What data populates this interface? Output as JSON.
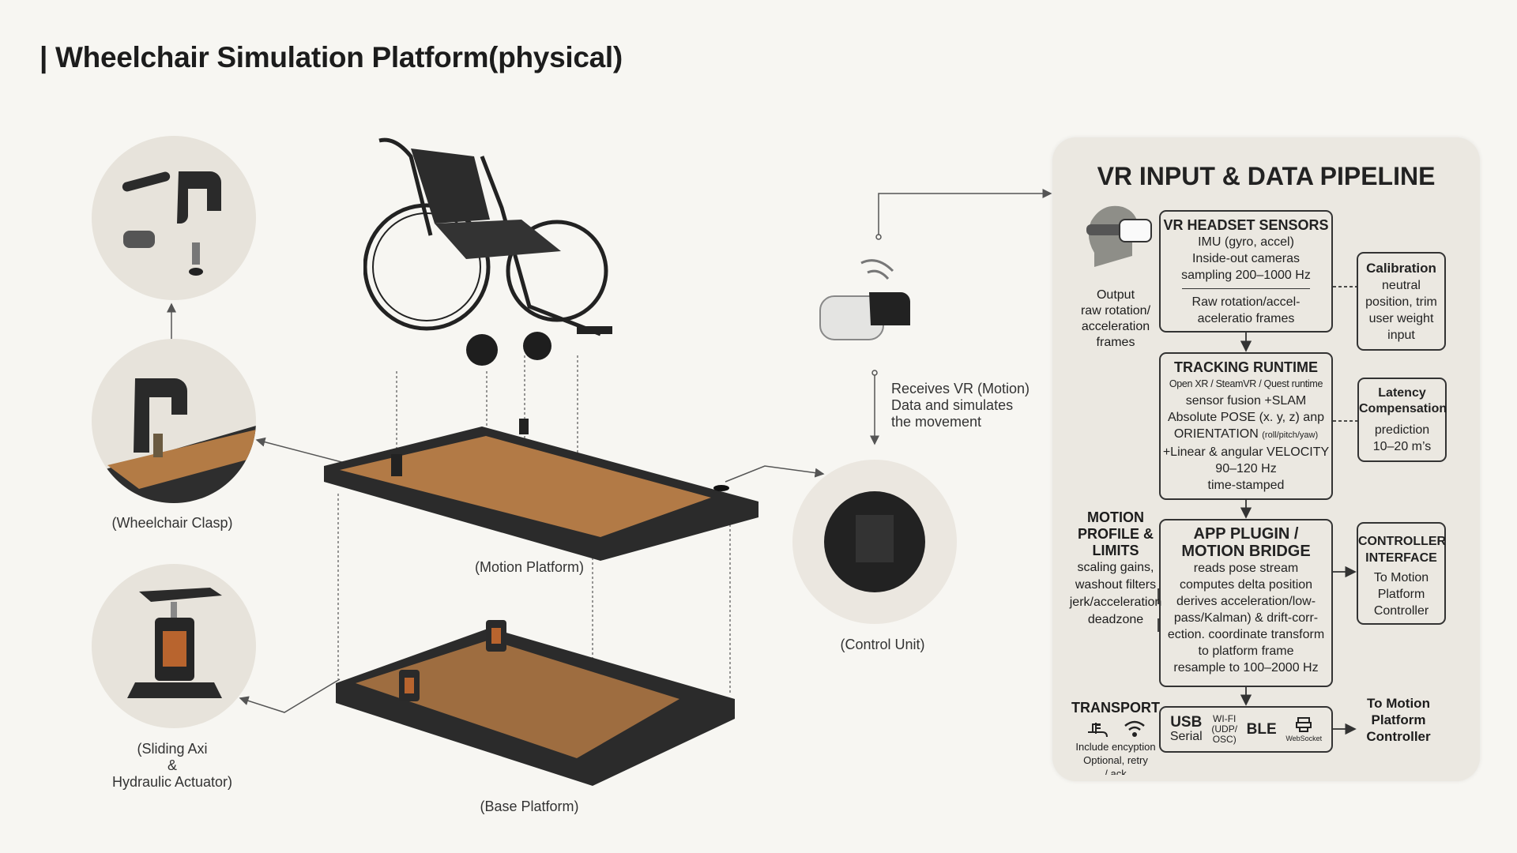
{
  "title": "| Wheelchair Simulation Platform(physical)",
  "labels": {
    "clasp": "(Wheelchair Clasp)",
    "actuator_line1": "(Sliding Axi",
    "actuator_line2": "&",
    "actuator_line3": "Hydraulic Actuator)",
    "motion_platform": "(Motion Platform)",
    "base_platform": "(Base Platform)",
    "control_unit": "(Control Unit)",
    "receives": [
      "Receives VR (Motion)",
      "Data and simulates",
      "the movement"
    ]
  },
  "pipeline": {
    "title": "VR INPUT & DATA PIPELINE",
    "output_note": [
      "Output",
      "raw rotation/",
      "acceleration",
      "frames"
    ],
    "headset_sensors": {
      "heading": "VR HEADSET SENSORS",
      "lines": [
        "IMU (gyro, accel)",
        "Inside-out cameras",
        "sampling 200–1000 Hz"
      ],
      "footer": [
        "Raw rotation/accel-",
        "aceleratio frames"
      ]
    },
    "calibration": {
      "heading": "Calibration",
      "lines": [
        "neutral",
        "position, trim",
        "user weight",
        "input"
      ]
    },
    "tracking_runtime": {
      "heading": "TRACKING RUNTIME",
      "runtimes": "Open XR / SteamVR / Quest runtime",
      "lines": [
        "sensor fusion +SLAM",
        "Absolute POSE (x. y, z) anp"
      ],
      "orientation": "ORIENTATION",
      "orientation_small": "(roll/pitch/yaw)",
      "lines2": [
        "+Linear & angular VELOCITY",
        "90–120 Hz",
        "time-stamped"
      ]
    },
    "latency": {
      "heading": [
        "Latency",
        "Compensation"
      ],
      "lines": [
        "prediction",
        "10–20 m’s"
      ]
    },
    "motion_profile": {
      "heading": [
        "MOTION",
        "PROFILE &",
        "LIMITS"
      ],
      "lines": [
        "scaling gains,",
        "washout filters",
        "jerk/acceleration",
        "deadzone"
      ]
    },
    "app_plugin": {
      "heading": [
        "APP PLUGIN /",
        "MOTION BRIDGE"
      ],
      "lines": [
        "reads pose stream",
        "computes delta position",
        "derives acceleration/low-",
        "pass/Kalman) & drift-corr-",
        "ection. coordinate transform",
        "to platform frame",
        "resample to 100–2000 Hz"
      ]
    },
    "controller_interface": {
      "heading": [
        "CONTROLLER",
        "INTERFACE"
      ],
      "lines": [
        "To Motion",
        "Platform",
        "Controller"
      ]
    },
    "transport": {
      "heading": "TRANSPORT",
      "note": [
        "Include encyption",
        "Optional, retry",
        "/ ack"
      ],
      "usb": "USB",
      "usb_sub": "Serial",
      "wifi": [
        "WI-FI",
        "(UDP/",
        "OSC)"
      ],
      "ble": "BLE",
      "websocket": "WebSocket"
    },
    "to_controller": [
      "To Motion",
      "Platform",
      "Controller"
    ]
  }
}
